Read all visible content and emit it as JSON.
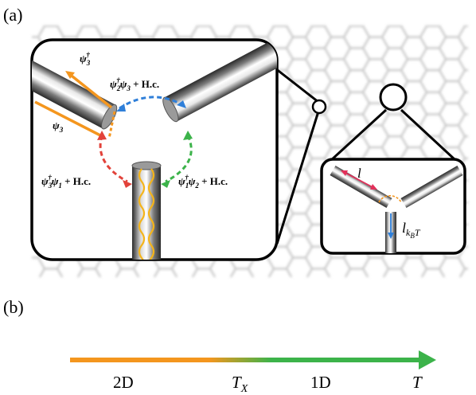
{
  "panel_a_label": "(a)",
  "panel_b_label": "(b)",
  "inset": {
    "psi3_dagger": "ψ",
    "psi3_dagger_sub": "3",
    "psi3_dagger_sup": "†",
    "psi3": "ψ",
    "psi3_sub": "3",
    "op_top": {
      "a": "ψ",
      "a_sub": "2",
      "a_sup": "†",
      "b": "ψ",
      "b_sub": "3",
      "hc": " + H.c."
    },
    "op_left": {
      "a": "ψ",
      "a_sub": "3",
      "a_sup": "†",
      "b": "ψ",
      "b_sub": "1",
      "hc": " + H.c."
    },
    "op_right": {
      "a": "ψ",
      "a_sub": "1",
      "a_sup": "†",
      "b": "ψ",
      "b_sub": "2",
      "hc": " + H.c."
    }
  },
  "junction": {
    "l_label": "l",
    "lkbt_label": "l",
    "lkbt_sub": "k",
    "lkbt_subsub": "B",
    "lkbt_after": "T"
  },
  "axis": {
    "left_label": "2D",
    "crossover_label": "T",
    "crossover_sub": "X",
    "right_label": "1D",
    "end_label": "T"
  },
  "colors": {
    "orange": "#f4961e",
    "green": "#3cb34a",
    "blue": "#2f7fd9",
    "red": "#e2423a",
    "pink": "#e3305a",
    "honeycomb": "#d0d0d0"
  }
}
